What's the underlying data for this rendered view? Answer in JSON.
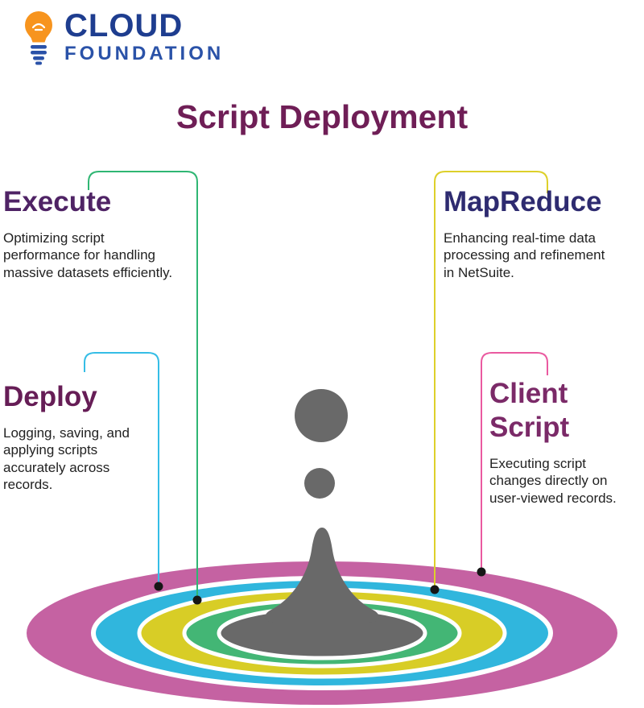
{
  "brand": {
    "name_top": "CLOUD",
    "name_bottom": "FOUNDATION",
    "colors": {
      "bulb_orange": "#f7941e",
      "base_blue": "#2a52a8",
      "text_top": "#1e3d8f",
      "text_bottom": "#2a52a8"
    }
  },
  "title": {
    "text": "Script Deployment",
    "color": "#6f1e56"
  },
  "sections": [
    {
      "heading": "Execute",
      "heading_color": "#4f2365",
      "line_color": "#2fb673",
      "body": "Optimizing script\nperformance for handling\nmassive datasets efficiently."
    },
    {
      "heading": "MapReduce",
      "heading_color": "#2e2b70",
      "line_color": "#ddd02a",
      "body": "Enhancing real-time data\nprocessing and refinement\nin NetSuite."
    },
    {
      "heading": "Deploy",
      "heading_color": "#661d56",
      "line_color": "#35bde6",
      "body": "Logging, saving, and\napplying scripts\naccurately across\nrecords."
    },
    {
      "heading": "Client Script",
      "heading_color": "#7b2a68",
      "line_color": "#ea5aa0",
      "body": "Executing script\nchanges directly on\nuser-viewed records."
    }
  ],
  "illustration": {
    "ring_colors": {
      "outer_pink": "#c562a2",
      "blue": "#30b6dd",
      "yellow": "#d8cd26",
      "green": "#43b675",
      "center_gray": "#696969"
    },
    "splash_gray": "#696969",
    "marker_dot": "#161616"
  }
}
